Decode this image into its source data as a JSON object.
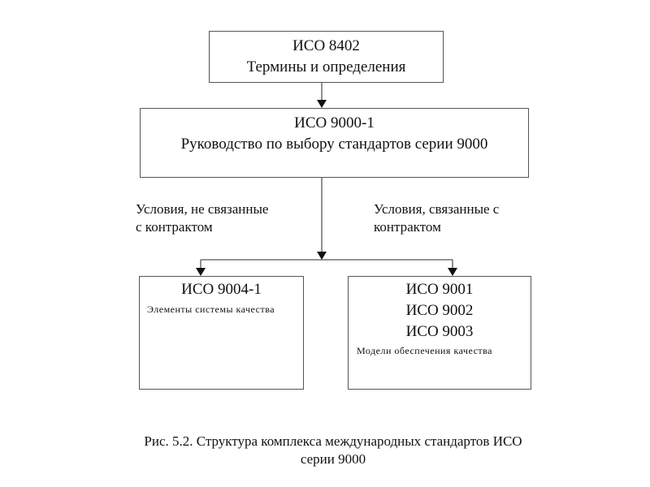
{
  "diagram": {
    "top_box": {
      "title": "ИСО 8402",
      "subtitle": "Термины и определения"
    },
    "middle_box": {
      "title": "ИСО 9000-1",
      "subtitle": "Руководство по выбору стандартов серии 9000"
    },
    "branch_labels": {
      "left": [
        "Условия, не связанные",
        "с контрактом"
      ],
      "right": [
        "Условия, связанные с",
        "контрактом"
      ]
    },
    "left_box": {
      "title": "ИСО 9004-1",
      "description": "Элементы системы качества"
    },
    "right_box": {
      "titles": [
        "ИСО 9001",
        "ИСО 9002",
        "ИСО 9003"
      ],
      "description": "Модели обеспечения качества"
    },
    "caption": [
      "Рис. 5.2. Структура комплекса международных стандартов ИСО",
      "серии 9000"
    ]
  },
  "colors": {
    "line": "#555555",
    "arrow": "#111111",
    "text": "#111111"
  }
}
